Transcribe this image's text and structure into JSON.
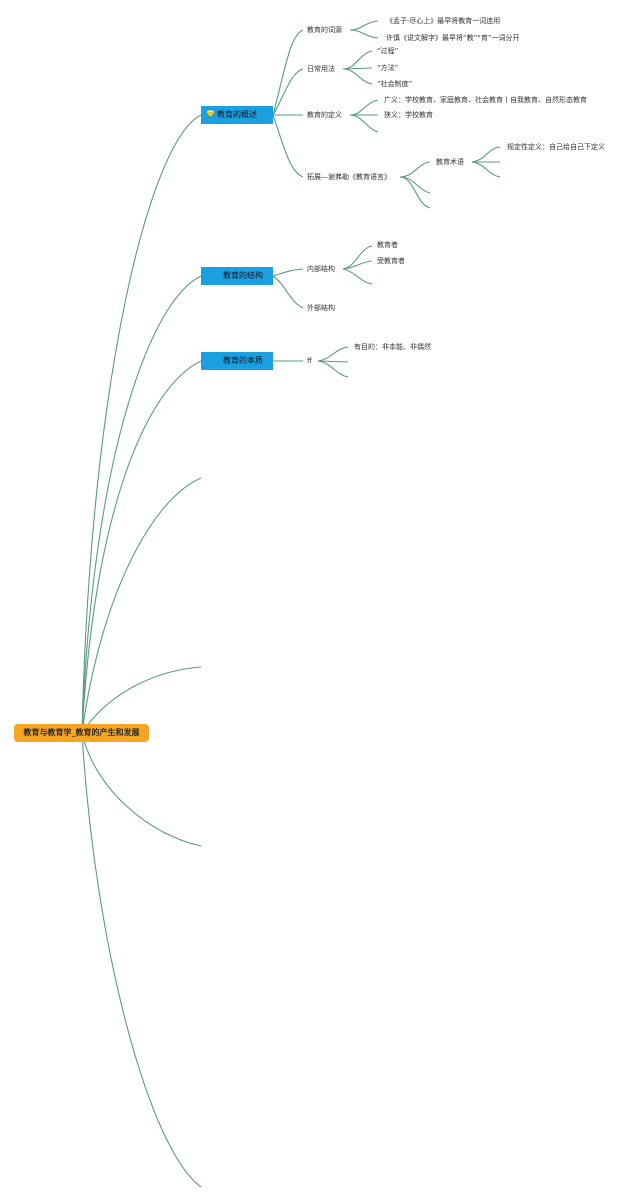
{
  "root": {
    "label": "教育与教育学_教育的产生和发展"
  },
  "topics": [
    {
      "label": "教育的概述",
      "icon": "gem-icon",
      "children": [
        {
          "label": "教育的词源",
          "children": [
            "《孟子·尽心上》最早将教育一词连用",
            "许慎《说文解字》最早将“教”“育”一词分开"
          ]
        },
        {
          "label": "日常用法",
          "children": [
            "“过程”",
            "“方法”",
            "“社会制度”"
          ]
        },
        {
          "label": "教育的定义",
          "children": [
            "广义：学校教育、家庭教育、社会教育丨自我教育、自然形态教育",
            "狭义：学校教育"
          ]
        },
        {
          "label": "拓展—谢弗勒《教育语言》",
          "children": [
            {
              "label": "教育术语",
              "children": [
                "规定性定义：自己给自己下定义"
              ]
            }
          ]
        }
      ]
    },
    {
      "label": "教育的结构",
      "children": [
        {
          "label": "内部结构",
          "children": [
            "教育者",
            "受教育者"
          ]
        },
        {
          "label": "外部结构"
        }
      ]
    },
    {
      "label": "教育的本质",
      "children": [
        {
          "label": "ff",
          "children": [
            "有目的：非本能、非偶然"
          ]
        }
      ]
    }
  ],
  "colors": {
    "edge": "#5a9a86",
    "root": "#f6a623",
    "topic": "#1a9fe0"
  }
}
